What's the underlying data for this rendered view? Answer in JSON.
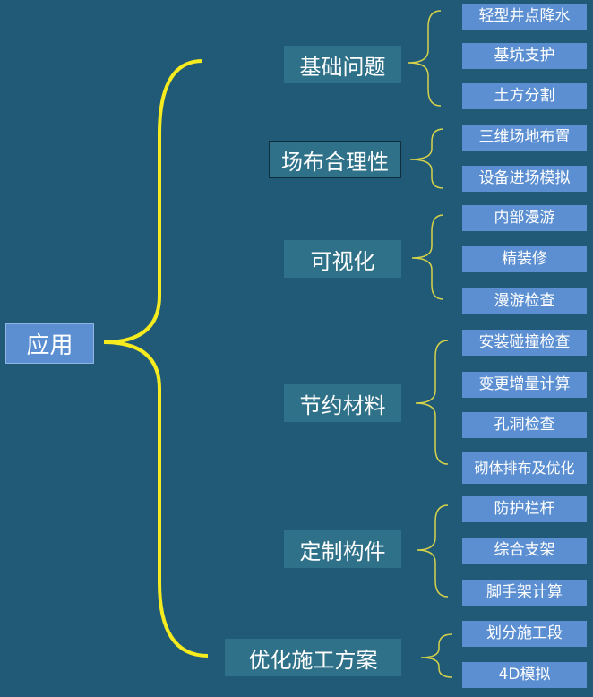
{
  "colors": {
    "background": "#215a76",
    "root_box": "#5b8fd1",
    "branch_box": "#2e7188",
    "leaf_box": "#5b8fd1",
    "main_bracket": "#f5eb1e",
    "sub_bracket": "#d6d24a"
  },
  "root": {
    "label": "应用"
  },
  "branches": [
    {
      "label": "基础问题",
      "children": [
        "轻型井点降水",
        "基坑支护",
        "土方分割"
      ]
    },
    {
      "label": "场布合理性",
      "children": [
        "三维场地布置",
        "设备进场模拟"
      ]
    },
    {
      "label": "可视化",
      "children": [
        "内部漫游",
        "精装修",
        "漫游检查"
      ]
    },
    {
      "label": "节约材料",
      "children": [
        "安装碰撞检查",
        "变更增量计算",
        "孔洞检查",
        "砌体排布及优化"
      ]
    },
    {
      "label": "定制构件",
      "children": [
        "防护栏杆",
        "综合支架",
        "脚手架计算"
      ]
    },
    {
      "label": "优化施工方案",
      "children": [
        "划分施工段",
        "4D模拟"
      ]
    }
  ]
}
